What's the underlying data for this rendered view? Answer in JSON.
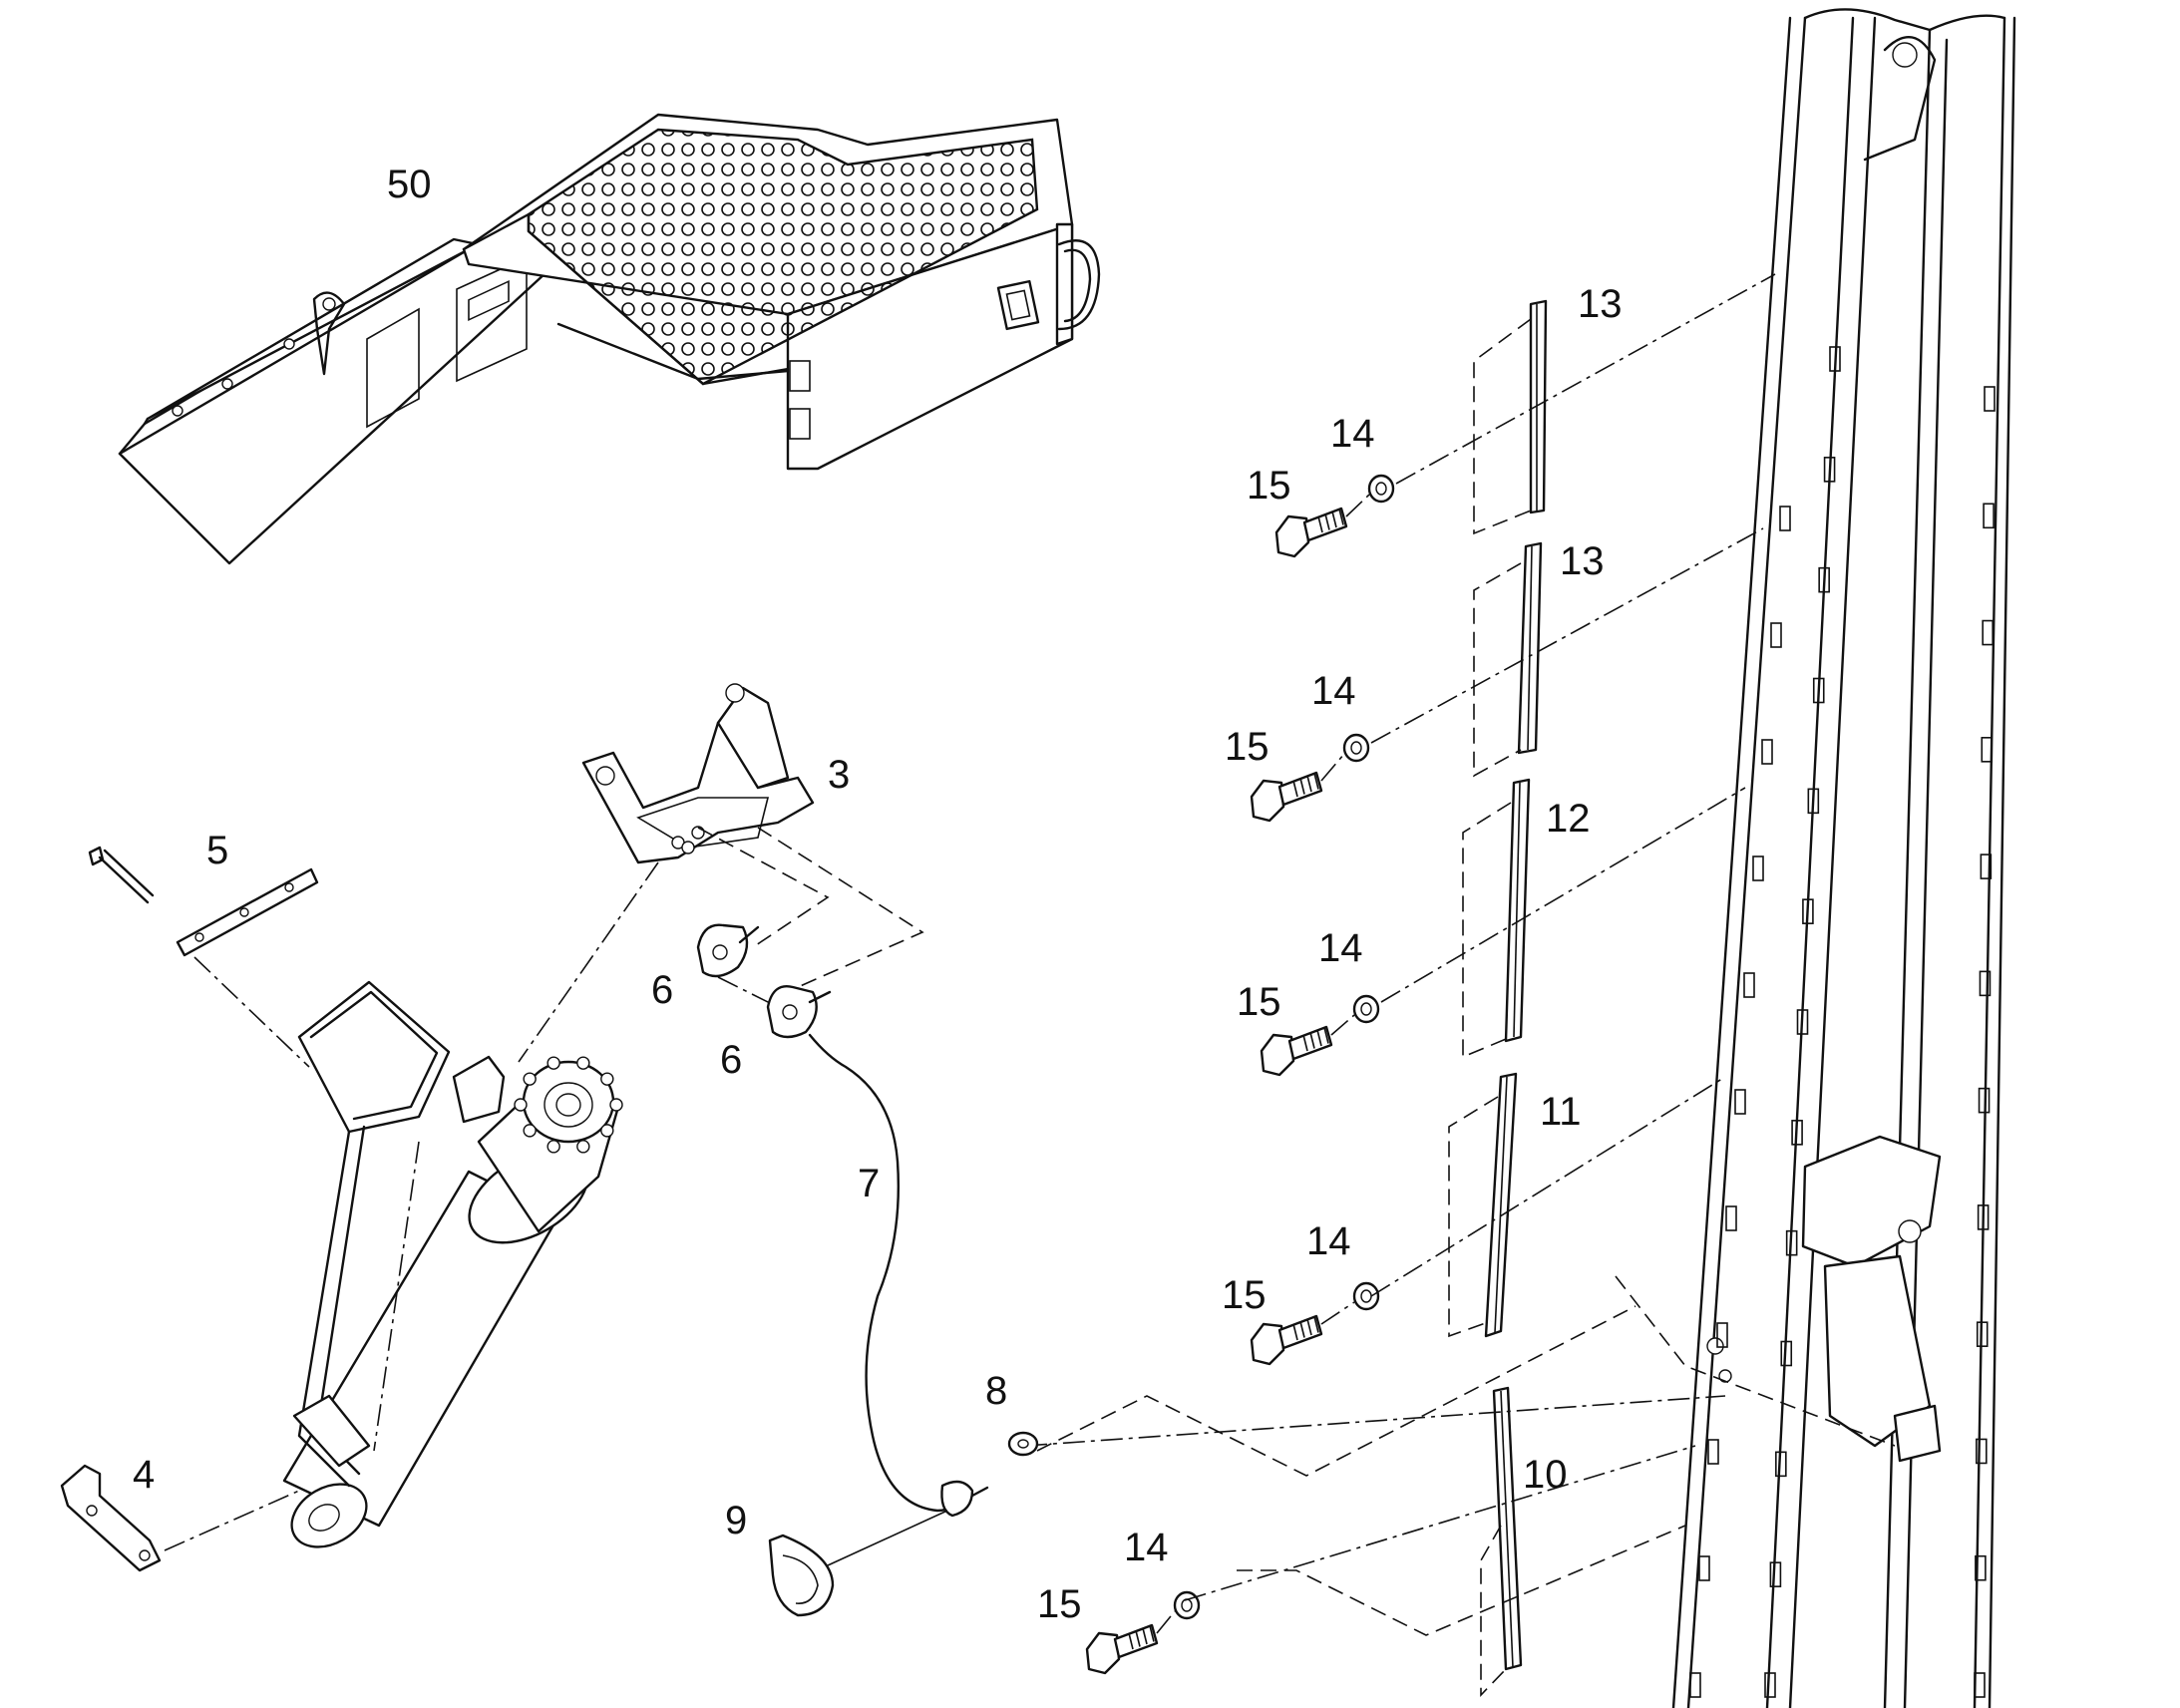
{
  "callouts": [
    {
      "id": "c50",
      "text": "50"
    },
    {
      "id": "c13a",
      "text": "13"
    },
    {
      "id": "c13b",
      "text": "13"
    },
    {
      "id": "c12",
      "text": "12"
    },
    {
      "id": "c11",
      "text": "11"
    },
    {
      "id": "c10",
      "text": "10"
    },
    {
      "id": "c14a",
      "text": "14"
    },
    {
      "id": "c14b",
      "text": "14"
    },
    {
      "id": "c14c",
      "text": "14"
    },
    {
      "id": "c14d",
      "text": "14"
    },
    {
      "id": "c14e",
      "text": "14"
    },
    {
      "id": "c15a",
      "text": "15"
    },
    {
      "id": "c15b",
      "text": "15"
    },
    {
      "id": "c15c",
      "text": "15"
    },
    {
      "id": "c15d",
      "text": "15"
    },
    {
      "id": "c15e",
      "text": "15"
    },
    {
      "id": "c3",
      "text": "3"
    },
    {
      "id": "c5",
      "text": "5"
    },
    {
      "id": "c6a",
      "text": "6"
    },
    {
      "id": "c6b",
      "text": "6"
    },
    {
      "id": "c7",
      "text": "7"
    },
    {
      "id": "c8",
      "text": "8"
    },
    {
      "id": "c9",
      "text": "9"
    },
    {
      "id": "c4",
      "text": "4"
    }
  ]
}
